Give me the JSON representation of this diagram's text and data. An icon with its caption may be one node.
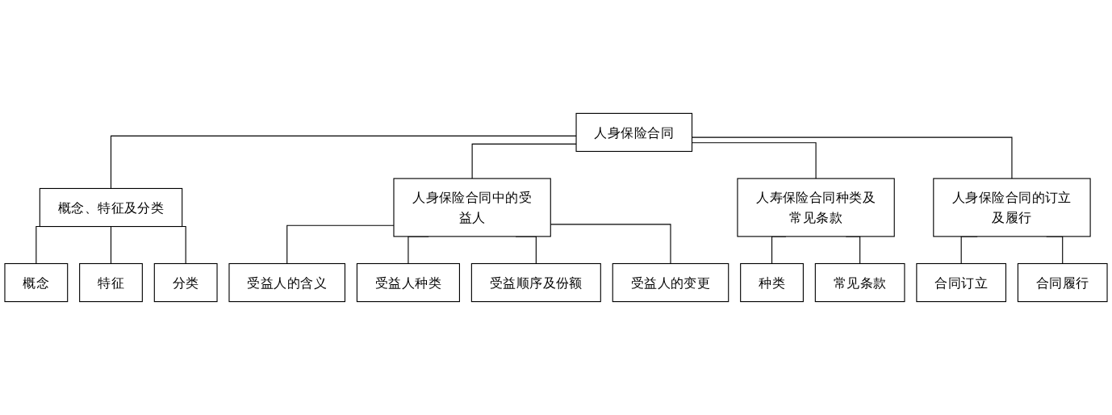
{
  "diagram": {
    "nodes": [
      {
        "text": [
          "人身保险合同"
        ]
      },
      {
        "text": [
          "概念、特征及分类"
        ]
      },
      {
        "text": [
          "人身保险合同中的受益人"
        ]
      },
      {
        "text": [
          "人寿保险合同种类及常见条款"
        ]
      },
      {
        "text": [
          "人身保险合同的订立及履行"
        ]
      },
      {
        "text": [
          "概念"
        ]
      },
      {
        "text": [
          "特征"
        ]
      },
      {
        "text": [
          "分类"
        ]
      },
      {
        "text": [
          "受益人的含义"
        ]
      },
      {
        "text": [
          "受益人种类"
        ]
      },
      {
        "text": [
          "受益顺序及份额"
        ]
      },
      {
        "text": [
          "受益人的变更"
        ]
      },
      {
        "text": [
          "种类"
        ]
      },
      {
        "text": [
          "常见条款"
        ]
      },
      {
        "text": [
          "合同订立"
        ]
      },
      {
        "text": [
          "合同履行"
        ]
      }
    ],
    "edges": [
      {
        "from": 0,
        "to": 1,
        "arrow": "none"
      },
      {
        "from": 0,
        "to": 2,
        "arrow": "none"
      },
      {
        "from": 0,
        "to": 3,
        "arrow": "none"
      },
      {
        "from": 0,
        "to": 4,
        "arrow": "none"
      },
      {
        "from": 1,
        "to": 5,
        "arrow": "none"
      },
      {
        "from": 1,
        "to": 6,
        "arrow": "none"
      },
      {
        "from": 1,
        "to": 7,
        "arrow": "none"
      },
      {
        "from": 2,
        "to": 8,
        "arrow": "none"
      },
      {
        "from": 2,
        "to": 9,
        "arrow": "none"
      },
      {
        "from": 2,
        "to": 10,
        "arrow": "none"
      },
      {
        "from": 2,
        "to": 11,
        "arrow": "none"
      },
      {
        "from": 3,
        "to": 12,
        "arrow": "none"
      },
      {
        "from": 3,
        "to": 13,
        "arrow": "none"
      },
      {
        "from": 4,
        "to": 14,
        "arrow": "none"
      },
      {
        "from": 4,
        "to": 15,
        "arrow": "none"
      }
    ]
  }
}
